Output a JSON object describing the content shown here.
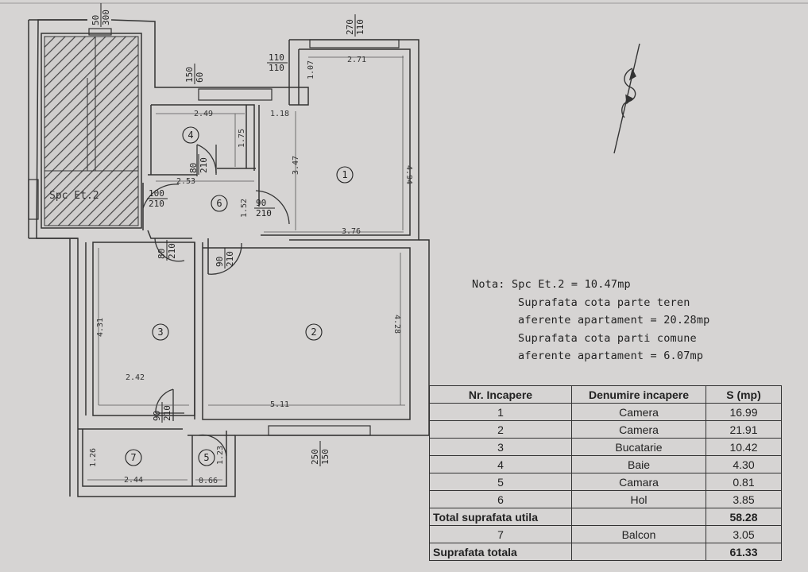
{
  "plan": {
    "stair_label": "Spc Et.2",
    "rooms": [
      {
        "num": "1"
      },
      {
        "num": "2"
      },
      {
        "num": "3"
      },
      {
        "num": "4"
      },
      {
        "num": "5"
      },
      {
        "num": "6"
      },
      {
        "num": "7"
      }
    ],
    "dims": {
      "d_271": "2.71",
      "d_107": "1.07",
      "d_494": "4.94",
      "d_347": "3.47",
      "d_118": "1.18",
      "d_376": "3.76",
      "d_249": "2.49",
      "d_175": "1.75",
      "d_253": "2.53",
      "d_152": "1.52",
      "d_431": "4.31",
      "d_242": "2.42",
      "d_428": "4.28",
      "d_511": "5.11",
      "d_126": "1.26",
      "d_244": "2.44",
      "d_066": "0.66",
      "d_123": "1.23"
    },
    "openings": {
      "o_50_300": {
        "top": "50",
        "bottom": "300"
      },
      "o_270_110": {
        "top": "270",
        "bottom": "110"
      },
      "o_110_110": {
        "top": "110",
        "bottom": "110"
      },
      "o_150_60": {
        "top": "150",
        "bottom": "60"
      },
      "o_80_210_a": {
        "top": "80",
        "bottom": "210"
      },
      "o_100_210": {
        "top": "100",
        "bottom": "210"
      },
      "o_90_210_a": {
        "top": "90",
        "bottom": "210"
      },
      "o_80_210_b": {
        "top": "80",
        "bottom": "210"
      },
      "o_90_210_b": {
        "top": "90",
        "bottom": "210"
      },
      "o_90_210_c": {
        "top": "90",
        "bottom": "210"
      },
      "o_250_150": {
        "top": "250",
        "bottom": "150"
      }
    }
  },
  "note": {
    "line1": "Nota: Spc Et.2 = 10.47mp",
    "line2": "Suprafata cota parte teren",
    "line3": "aferente apartament = 20.28mp",
    "line4": "Suprafata cota parti comune",
    "line5": "aferente apartament = 6.07mp"
  },
  "table": {
    "headers": [
      "Nr. Incapere",
      "Denumire incapere",
      "S (mp)"
    ],
    "rows": [
      {
        "nr": "1",
        "name": "Camera",
        "s": "16.99"
      },
      {
        "nr": "2",
        "name": "Camera",
        "s": "21.91"
      },
      {
        "nr": "3",
        "name": "Bucatarie",
        "s": "10.42"
      },
      {
        "nr": "4",
        "name": "Baie",
        "s": "4.30"
      },
      {
        "nr": "5",
        "name": "Camara",
        "s": "0.81"
      },
      {
        "nr": "6",
        "name": "Hol",
        "s": "3.85"
      }
    ],
    "total_useful": {
      "label": "Total suprafata utila",
      "s": "58.28"
    },
    "balcony": {
      "nr": "7",
      "name": "Balcon",
      "s": "3.05"
    },
    "total": {
      "label": "Suprafata totala",
      "s": "61.33"
    }
  }
}
